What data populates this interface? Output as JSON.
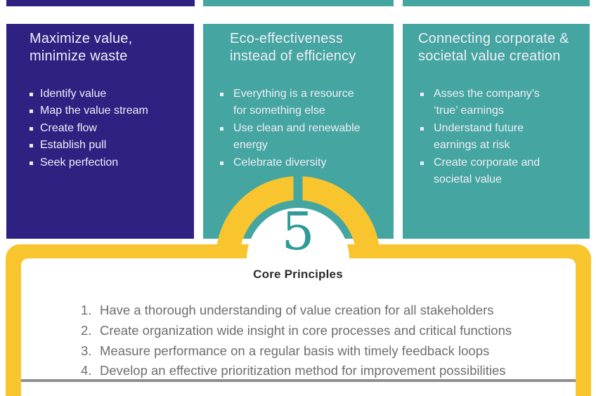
{
  "colors": {
    "card_purple": "#2f2181",
    "card_teal": "#44a5a1",
    "accent_yellow": "#f9c52e",
    "number_teal": "#2e9b96",
    "heading_dark": "#2b2b2b",
    "list_gray": "#6e6e6e",
    "card_text": "#f1eef8"
  },
  "cards": [
    {
      "title_lines": [
        "Maximize value,",
        "minimize waste"
      ],
      "bullets": [
        {
          "lines": [
            "Identify value"
          ]
        },
        {
          "lines": [
            "Map the value stream"
          ]
        },
        {
          "lines": [
            "Create flow"
          ]
        },
        {
          "lines": [
            "Establish pull"
          ]
        },
        {
          "lines": [
            "Seek perfection"
          ]
        }
      ]
    },
    {
      "title_lines": [
        "Eco-effectiveness",
        "instead of efficiency"
      ],
      "bullets": [
        {
          "lines": [
            "Everything is a resource",
            "for something else"
          ]
        },
        {
          "lines": [
            "Use clean and renewable",
            "energy"
          ]
        },
        {
          "lines": [
            "Celebrate diversity"
          ]
        }
      ]
    },
    {
      "title_lines": [
        "Connecting corporate &",
        "societal value creation"
      ],
      "bullets": [
        {
          "lines": [
            "Asses the company’s",
            "‘true’ earnings"
          ]
        },
        {
          "lines": [
            "Understand future",
            "earnings at risk"
          ]
        },
        {
          "lines": [
            "Create corporate and",
            "societal value"
          ]
        }
      ]
    }
  ],
  "principles": {
    "count": "5",
    "label": "Core Principles",
    "items": [
      {
        "num": "1.",
        "text": "Have a thorough understanding of value creation for all stakeholders"
      },
      {
        "num": "2.",
        "text": "Create organization wide insight in core processes and critical functions"
      },
      {
        "num": "3.",
        "text": "Measure performance on a regular basis with timely feedback loops"
      },
      {
        "num": "4.",
        "text": "Develop an effective prioritization method for improvement possibilities"
      }
    ]
  }
}
